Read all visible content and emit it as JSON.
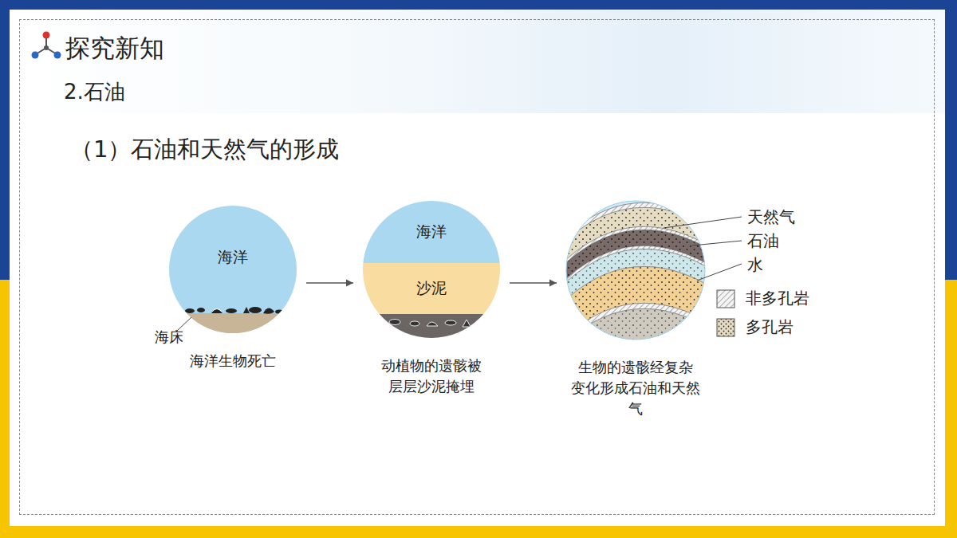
{
  "diagram": {
    "title": "探究新知",
    "nodes": [
      {
        "text": [
          "海洋",
          "海洋生物死亡"
        ]
      },
      {
        "text": [
          "动植物的遗骸被 层层沙泥掩埋"
        ]
      },
      {
        "text": [
          "海洋"
        ],
        "in": 1
      },
      {
        "text": [
          "沙泥"
        ],
        "in": 1
      },
      {
        "text": [
          "生物的遗骸经复杂 变化形成石油和天然气"
        ]
      }
    ],
    "edges": [
      {
        "from": 0,
        "to": 1,
        "arrow": "to"
      },
      {
        "from": 1,
        "to": 4,
        "arrow": "to"
      }
    ],
    "labels": [
      "2.石油",
      "（1）石油和天然气的形成",
      "海床",
      "天然气",
      "石油",
      "水"
    ],
    "legend": [
      {
        "text": "非多孔岩"
      },
      {
        "text": "多孔岩"
      }
    ]
  }
}
